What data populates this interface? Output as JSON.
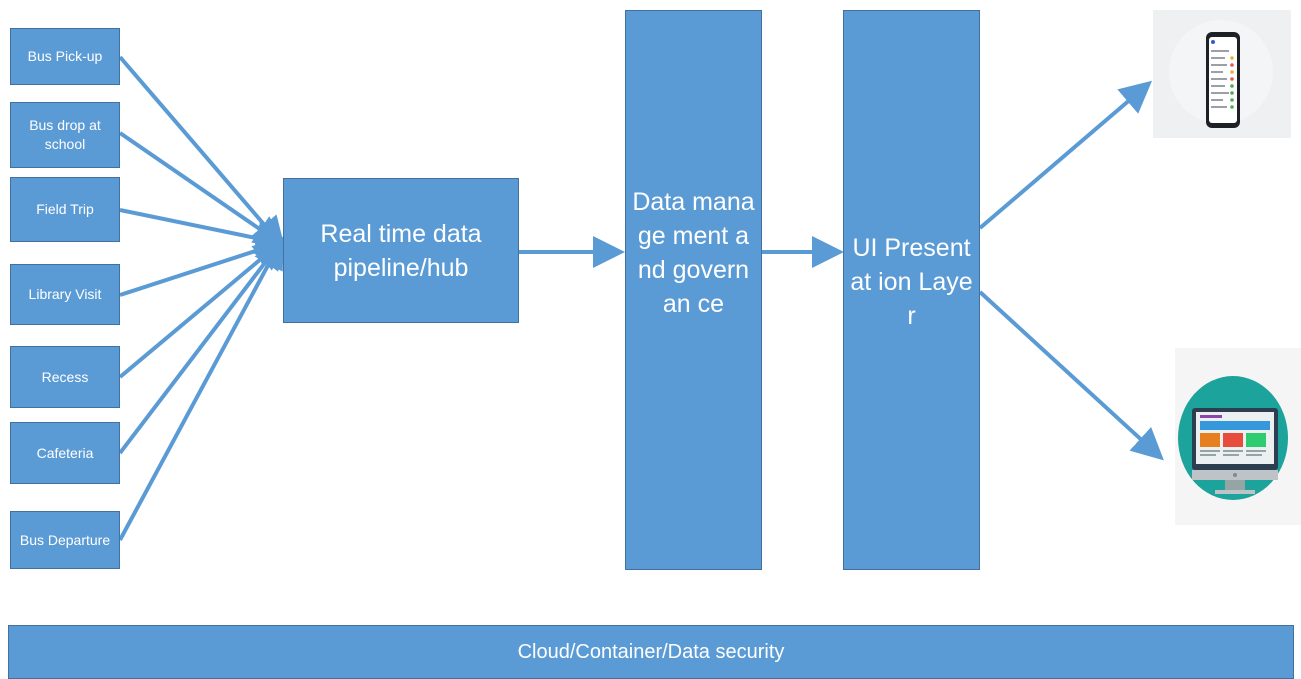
{
  "sources": [
    {
      "id": "bus-pickup",
      "label": "Bus Pick-up"
    },
    {
      "id": "bus-drop",
      "label": "Bus drop at school"
    },
    {
      "id": "field-trip",
      "label": "Field Trip"
    },
    {
      "id": "library-visit",
      "label": "Library Visit"
    },
    {
      "id": "recess",
      "label": "Recess"
    },
    {
      "id": "cafeteria",
      "label": "Cafeteria"
    },
    {
      "id": "bus-departure",
      "label": "Bus Departure"
    }
  ],
  "pipeline": {
    "label": "Real time data pipeline/hub"
  },
  "data_management": {
    "label": "Data manage ment and governan ce"
  },
  "ui_layer": {
    "label": "UI Presentat ion Layer"
  },
  "footer": {
    "label": "Cloud/Container/Data security"
  },
  "devices": [
    {
      "id": "mobile",
      "icon": "mobile-phone-icon"
    },
    {
      "id": "desktop",
      "icon": "desktop-monitor-icon"
    }
  ],
  "colors": {
    "box_fill": "#5b9bd5",
    "box_border": "#41719c",
    "arrow": "#5b9bd5",
    "text": "#ffffff"
  }
}
